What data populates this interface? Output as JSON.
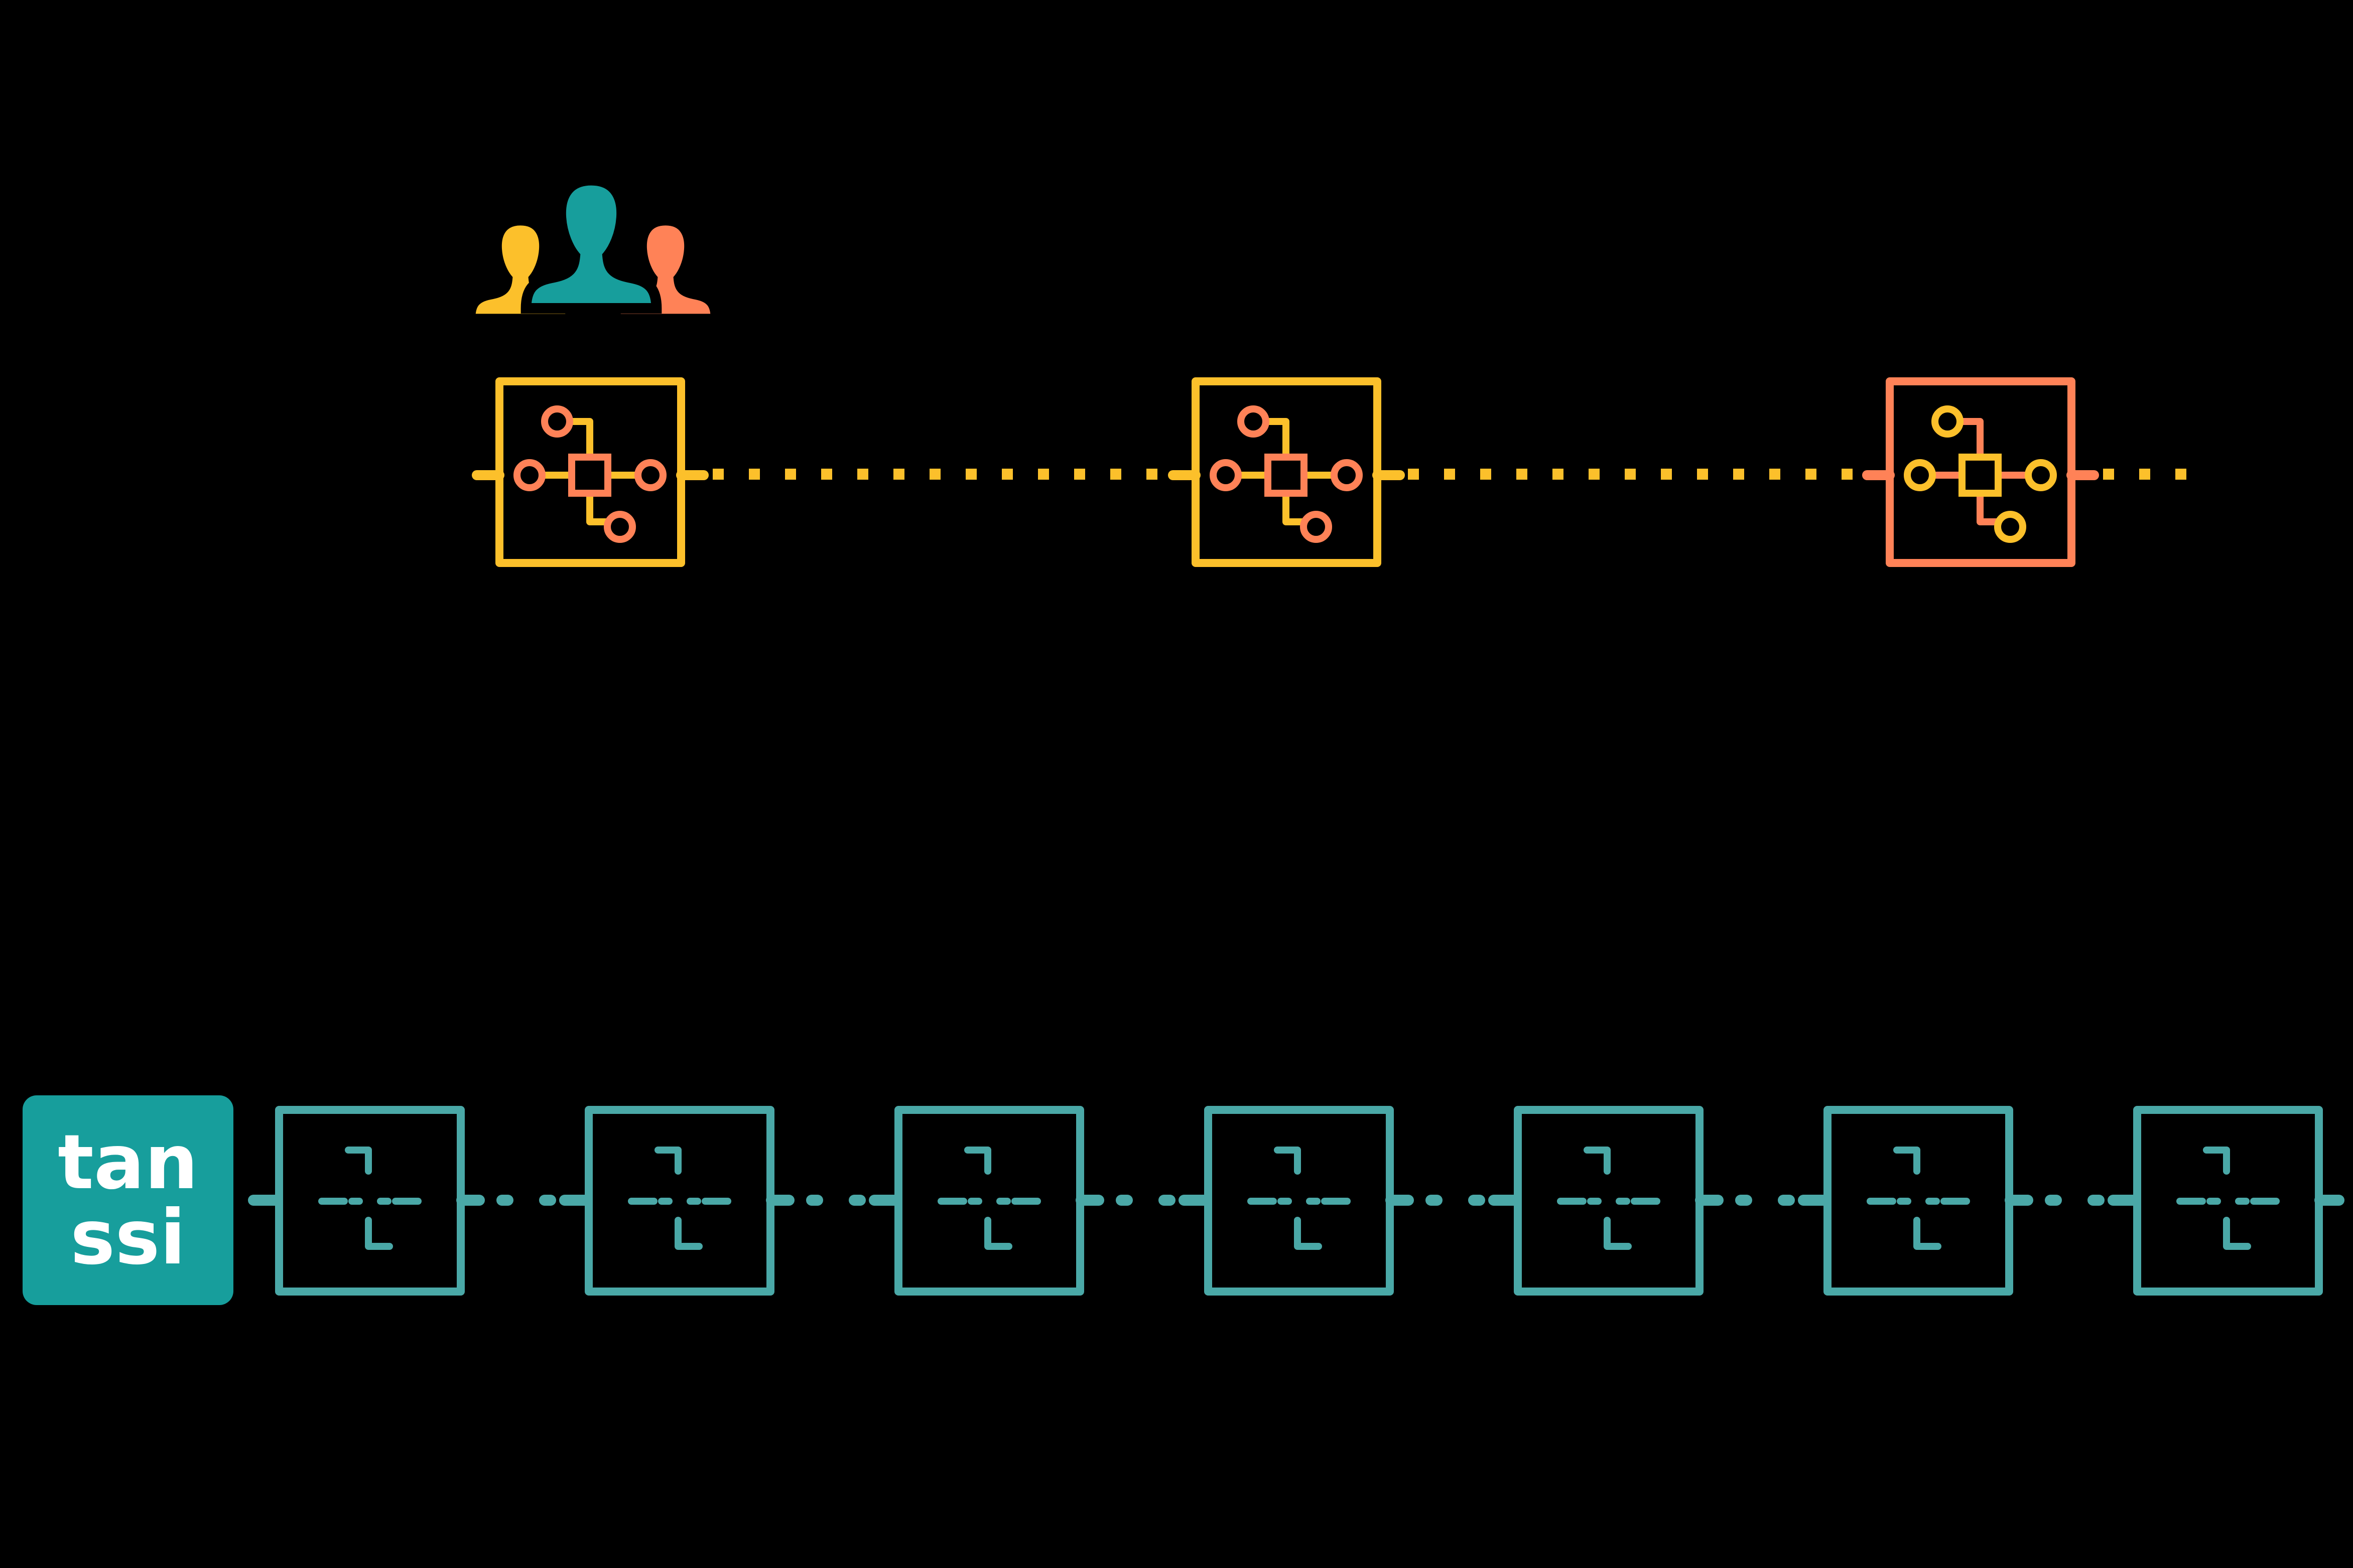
{
  "colors": {
    "background": "#000000",
    "yellow": "#FCC02B",
    "orange": "#FF8257",
    "teal": "#179E9C",
    "teal_light": "#4AA8A7",
    "logo_text": "#FFFFFF"
  },
  "users_group": {
    "icon": "users-group-icon",
    "figures": [
      "yellow",
      "teal",
      "orange"
    ]
  },
  "appchain": {
    "block_icon": "network-node-icon",
    "blocks": [
      {
        "frame_color": "yellow",
        "inner_color": "orange"
      },
      {
        "frame_color": "yellow",
        "inner_color": "orange"
      },
      {
        "frame_color": "orange",
        "inner_color": "yellow"
      }
    ],
    "connector": "dotted"
  },
  "tanssi": {
    "logo_line1": "tan",
    "logo_line2": "ssi",
    "block_icon": "target-crosshair-icon",
    "block_count": 7,
    "connector": "dash-dot"
  }
}
